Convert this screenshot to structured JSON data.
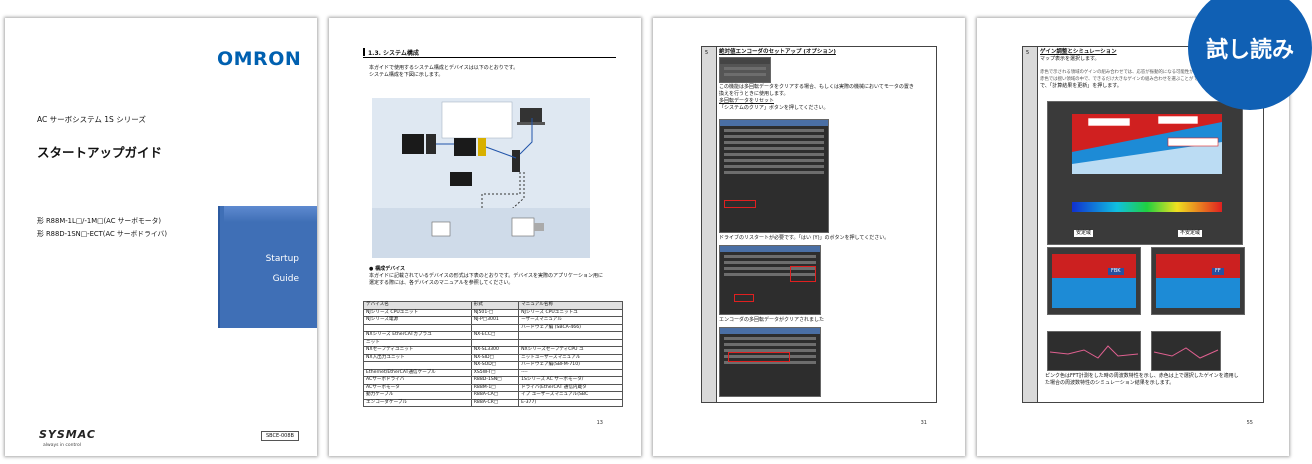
{
  "cover": {
    "logo": "OMRON",
    "series": "AC サーボシステム 1S シリーズ",
    "title": "スタートアップガイド",
    "model1": "形 R88M-1L□/-1M□(AC サーボモータ)",
    "model2": "形 R88D-1SN□-ECT(AC サーボドライバ)",
    "box_line1": "Startup",
    "box_line2": "Guide",
    "brand": "SYSMAC",
    "tagline": "always in control",
    "code": "SBCE-008B"
  },
  "page2": {
    "section": "1.3. システム構成",
    "intro1": "本ガイドで使用するシステム構成とデバイスは以下のとおりです。",
    "intro2": "システム構成を下図に示します。",
    "bullet_title": "● 構成デバイス",
    "bullet1": "本ガイドに記載されているデバイスの形式は下表のとおりです。デバイスを実際のアプリケーション用に",
    "bullet2": "選定する際には、各デバイスのマニュアルを参照してください。",
    "table_headers": [
      "デバイス名",
      "形式",
      "マニュアル名称"
    ],
    "table_rows": [
      [
        "NJシリーズ CPUユニット",
        "NJ501-□",
        "NJシリーズ CPUユニットユ"
      ],
      [
        "NJシリーズ電源",
        "NJ-P□3001",
        "ーザーズマニュアル"
      ],
      [
        "",
        "",
        "ハードウェア編 (SBCA-466)"
      ],
      [
        "NXシリーズ EtherCATカプラユ",
        "NX-ECC□",
        ""
      ],
      [
        "ニット",
        "",
        ""
      ],
      [
        "NXセーフティユニット",
        "NX-SL3300",
        "NXシリーズセーフティCPU ユ"
      ],
      [
        "NX入出力ユニット",
        "NX-SID□",
        "ニットユーザーズマニュアル"
      ],
      [
        "",
        "NX-SOD□",
        "ハードウェア編(SBFM-710)"
      ],
      [
        "Ethernet/EtherCAT通信ケーブル",
        "XS5W-T□",
        "----"
      ],
      [
        "ACサーボドライバ",
        "R88D-1SN□",
        "1Sシリーズ AC サーボモータ/"
      ],
      [
        "ACサーボモータ",
        "R88M-1□",
        "ドライバ(EtherCAT 通信内蔵タ"
      ],
      [
        "動力ケーブル",
        "R88A-CA□",
        "イプ ユーザーズマニュアル(SBC"
      ],
      [
        "エンコーダケーブル",
        "R88A-CR□",
        "E-377)"
      ]
    ],
    "page_number": "13"
  },
  "page3": {
    "step": "5",
    "title": "絶対値エンコーダのセットアップ (オプション)",
    "text1": "この機能は多回転データをクリアする場合、もしくは実際の機械においてモータの置き",
    "text2": "換えを行うときに使用します。",
    "link": "多回転データをリセット",
    "text3": "「システムのクリア」ボタンを押してください。",
    "text4": "ドライブのリスタートが必要です。「はい (Y)」のボタンを押してください。",
    "text5": "エンコーダの多回転データがクリアされました",
    "page_number": "31"
  },
  "page4": {
    "step": "5",
    "title": "ゲイン調整とシミュレーション",
    "text1": "マップ表示を選択します。",
    "text2": "赤色で示される領域のゲインの組み合わせでは、応答が振動的になる可能性があります。",
    "text3": "赤色では揺い領域の中で、できるだけ大きなゲインの組み合わせを選ぶことができます。",
    "text4": "で、「計算結果を更新」を押します。",
    "label_stable": "安定域",
    "label_unstable": "不安定域",
    "label_fbk": "FBK",
    "label_ff": "FF",
    "caption1": "ピンク色はFFT計測をした時の周波数特性を示し、赤色は上で選択したゲインを適用し",
    "caption2": "た場合の周波数特性のシミュレーション結果を示します。",
    "page_number": "55"
  },
  "badge": "試し読み",
  "colors": {
    "brand": "#0060b0",
    "badge": "#1060b4",
    "cover_box": "#3f6fb6"
  }
}
